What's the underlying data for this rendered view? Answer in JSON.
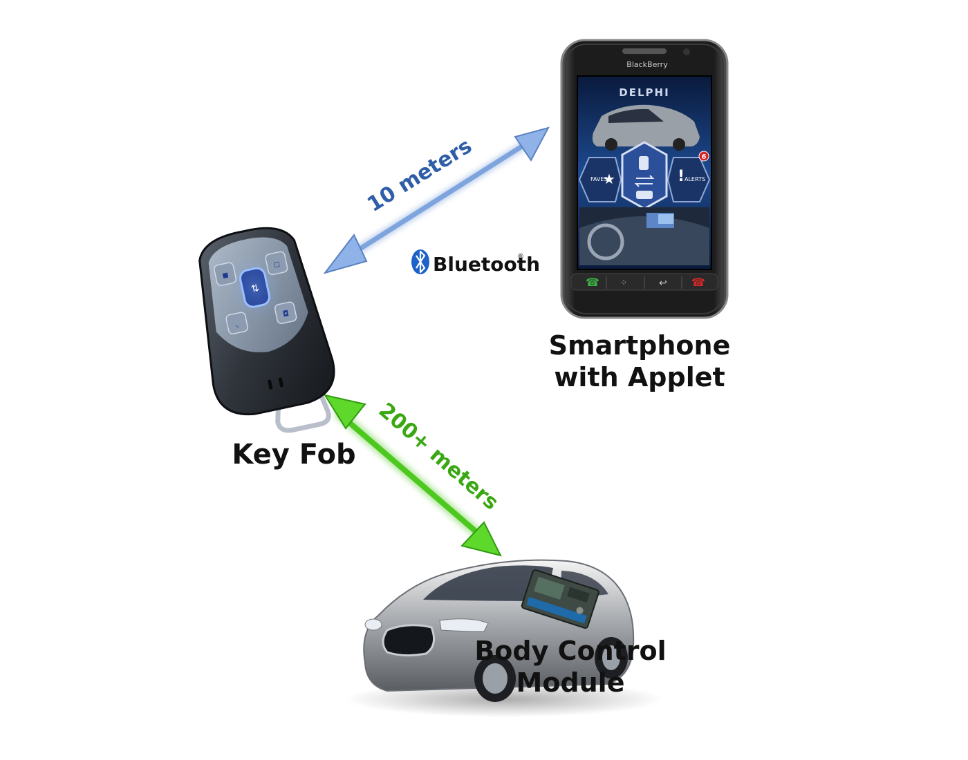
{
  "colors": {
    "bluetooth_link": "#6f97d6",
    "bluetooth_text": "#2f5ea8",
    "rf_link": "#4cc81e",
    "rf_text": "#3aa812",
    "caption": "#111111",
    "phone_body": "#1a1a1a",
    "screen_bg": "#0f2a5a"
  },
  "links": {
    "phone_fob": {
      "distance": "10 meters",
      "protocol": "Bluetooth",
      "trademark": "®"
    },
    "fob_car": {
      "distance": "200+ meters"
    }
  },
  "devices": {
    "smartphone": {
      "caption_lines": [
        "Smartphone",
        "with Applet"
      ],
      "brand": "BlackBerry",
      "screen": {
        "logo": "DELPHI",
        "left_button": "FAVES",
        "right_button": "ALERTS",
        "badge": "6"
      },
      "icons": [
        "call-green-icon",
        "blackberry-menu-icon",
        "back-icon",
        "call-red-icon"
      ]
    },
    "key_fob": {
      "caption": "Key Fob"
    },
    "body_control_module": {
      "caption_lines": [
        "Body Control",
        "Module"
      ]
    }
  }
}
